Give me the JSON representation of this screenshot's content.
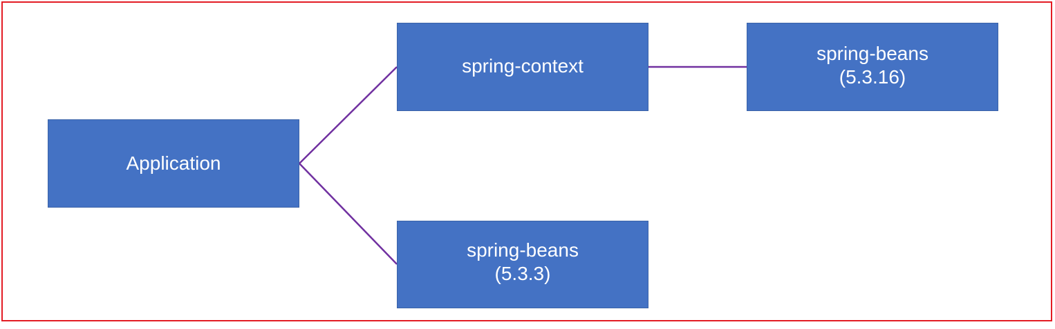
{
  "nodes": {
    "application": {
      "label": "Application"
    },
    "spring_context": {
      "label": "spring-context"
    },
    "spring_beans_new": {
      "name": "spring-beans",
      "version": "(5.3.16)"
    },
    "spring_beans_old": {
      "name": "spring-beans",
      "version": "(5.3.3)"
    }
  },
  "colors": {
    "node_fill": "#4472c4",
    "connector": "#7030a0",
    "frame": "#e31b23"
  }
}
